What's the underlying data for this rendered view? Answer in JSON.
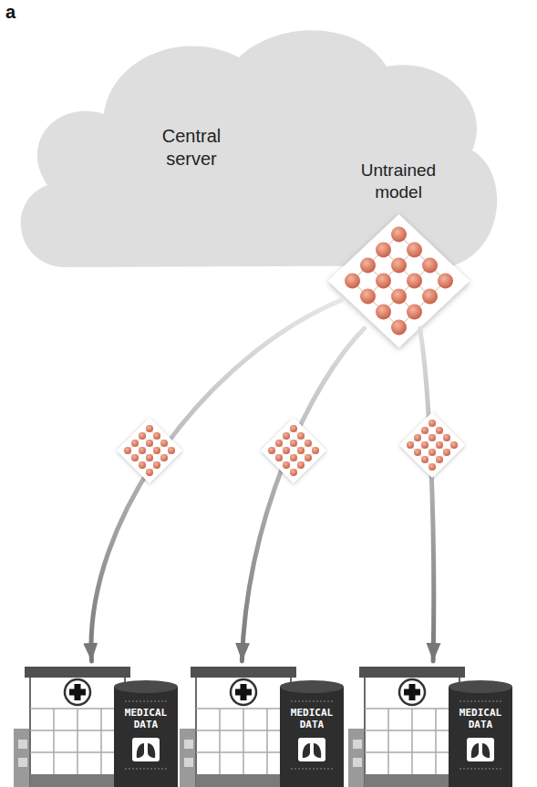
{
  "diagram": {
    "nodes": [
      {
        "text": [
          "Central server"
        ]
      },
      {
        "text": [
          "Untrained model"
        ],
        "in": 0
      },
      {
        "text": [
          "MEDICAL DATA"
        ]
      },
      {
        "text": [
          "MEDICAL DATA"
        ]
      },
      {
        "text": [
          "MEDICAL DATA"
        ]
      }
    ],
    "edges": [
      {
        "from": 1,
        "to": 2,
        "arrow": "to"
      },
      {
        "from": 1,
        "to": 3,
        "arrow": "to"
      },
      {
        "from": 1,
        "to": 4,
        "arrow": "to"
      }
    ],
    "labels": [
      "a"
    ]
  }
}
